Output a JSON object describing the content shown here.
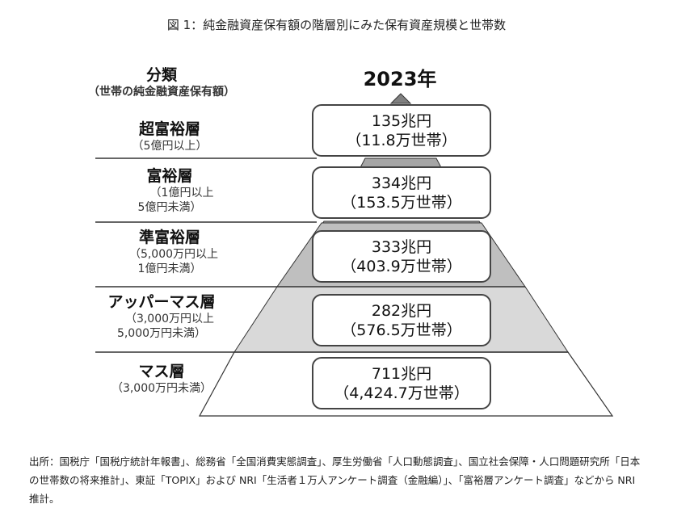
{
  "title": "図 1：純金融資産保有額の階層別にみた保有資産規模と世帯数",
  "header": {
    "category_title": "分類",
    "category_subtitle": "（世帯の純金融資産保有額）",
    "year": "2023年"
  },
  "tiers": [
    {
      "name": "超富裕層",
      "range_line1": "（5億円以上）",
      "range_line2": "",
      "assets": "135兆円",
      "households": "（11.8万世帯）",
      "color": "#808080"
    },
    {
      "name": "富裕層",
      "range_line1": "（1億円以上",
      "range_line2": "5億円未満）",
      "assets": "334兆円",
      "households": "（153.5万世帯）",
      "color": "#a6a6a6"
    },
    {
      "name": "準富裕層",
      "range_line1": "（5,000万円以上",
      "range_line2": "1億円未満）",
      "assets": "333兆円",
      "households": "（403.9万世帯）",
      "color": "#bfbfbf"
    },
    {
      "name": "アッパーマス層",
      "range_line1": "（3,000万円以上",
      "range_line2": "5,000万円未満）",
      "assets": "282兆円",
      "households": "（576.5万世帯）",
      "color": "#d9d9d9"
    },
    {
      "name": "マス層",
      "range_line1": "（3,000万円未満）",
      "range_line2": "",
      "assets": "711兆円",
      "households": "（4,424.7万世帯）",
      "color": "#ffffff"
    }
  ],
  "source": "出所：国税庁「国税庁統計年報書」、総務省「全国消費実態調査」、厚生労働省「人口動態調査」、国立社会保障・人口問題研究所「日本の世帯数の将来推計」、東証「TOPIX」および NRI「生活者１万人アンケート調査（金融編）」、「富裕層アンケート調査」などから NRI 推計。",
  "chart_data": {
    "type": "pyramid",
    "title": "図 1：純金融資産保有額の階層別にみた保有資産規模と世帯数",
    "year": "2023年",
    "categories": [
      "超富裕層",
      "富裕層",
      "準富裕層",
      "アッパーマス層",
      "マス層"
    ],
    "thresholds": [
      "5億円以上",
      "1億円以上5億円未満",
      "5,000万円以上1億円未満",
      "3,000万円以上5,000万円未満",
      "3,000万円未満"
    ],
    "series": [
      {
        "name": "純金融資産保有額（兆円）",
        "values": [
          135,
          334,
          333,
          282,
          711
        ]
      },
      {
        "name": "世帯数（万世帯）",
        "values": [
          11.8,
          153.5,
          403.9,
          576.5,
          4424.7
        ]
      }
    ]
  }
}
